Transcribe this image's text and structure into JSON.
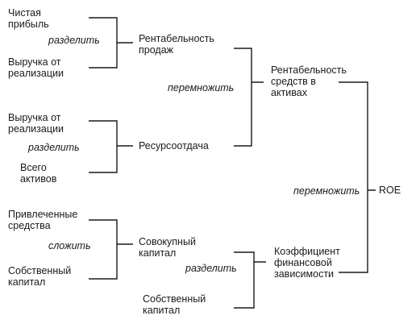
{
  "nodes": {
    "net_profit": [
      "Чистая",
      "прибыль"
    ],
    "revenue_1": [
      "Выручка от",
      "реализации"
    ],
    "sales_profitability": [
      "Рентабельность",
      "продаж"
    ],
    "revenue_2": [
      "Выручка от",
      "реализации"
    ],
    "total_assets": [
      "Всего",
      "активов"
    ],
    "asset_turnover": "Ресурсоотдача",
    "return_on_assets": [
      "Рентабельность",
      "средств в",
      "активах"
    ],
    "borrowed_funds": [
      "Привлеченные",
      "средства"
    ],
    "own_capital_1": [
      "Собственный",
      "капитал"
    ],
    "total_capital": [
      "Совокупный",
      "капитал"
    ],
    "own_capital_2": [
      "Собственный",
      "капитал"
    ],
    "financial_dependence": [
      "Коэффициент",
      "финансовой",
      "зависимости"
    ],
    "roe": "ROE"
  },
  "operations": {
    "divide_1": "разделить",
    "multiply_1": "перемножить",
    "divide_2": "разделить",
    "multiply_2": "перемножить",
    "add": "сложить",
    "divide_3": "разделить"
  }
}
